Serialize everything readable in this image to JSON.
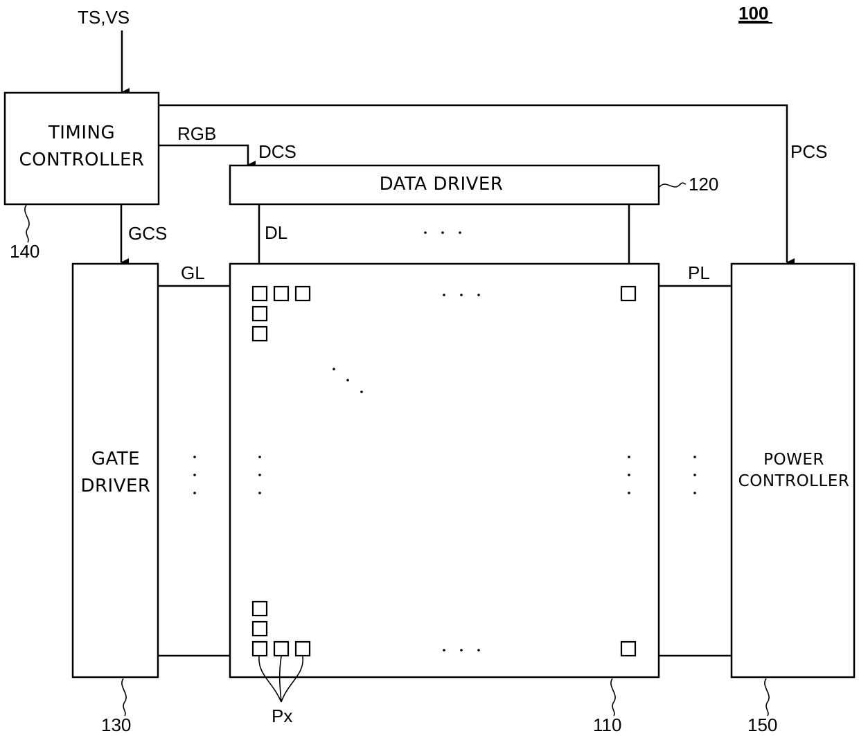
{
  "figure": {
    "ref_main": "100"
  },
  "blocks": {
    "timing_controller": {
      "line1": "TIMING",
      "line2": "CONTROLLER",
      "ref": "140"
    },
    "data_driver": {
      "label": "DATA DRIVER",
      "ref": "120"
    },
    "gate_driver": {
      "line1": "GATE",
      "line2": "DRIVER",
      "ref": "130"
    },
    "power_controller": {
      "line1": "POWER",
      "line2": "CONTROLLER",
      "ref": "150"
    },
    "display_panel": {
      "ref": "110"
    }
  },
  "signals": {
    "input": "TS,VS",
    "rgb": "RGB",
    "dcs": "DCS",
    "gcs": "GCS",
    "pcs": "PCS",
    "dl": "DL",
    "gl": "GL",
    "pl": "PL",
    "px": "Px"
  },
  "colors": {
    "stroke": "#000000",
    "background": "#ffffff"
  },
  "arrow_icon": "arrowhead-down-icon"
}
